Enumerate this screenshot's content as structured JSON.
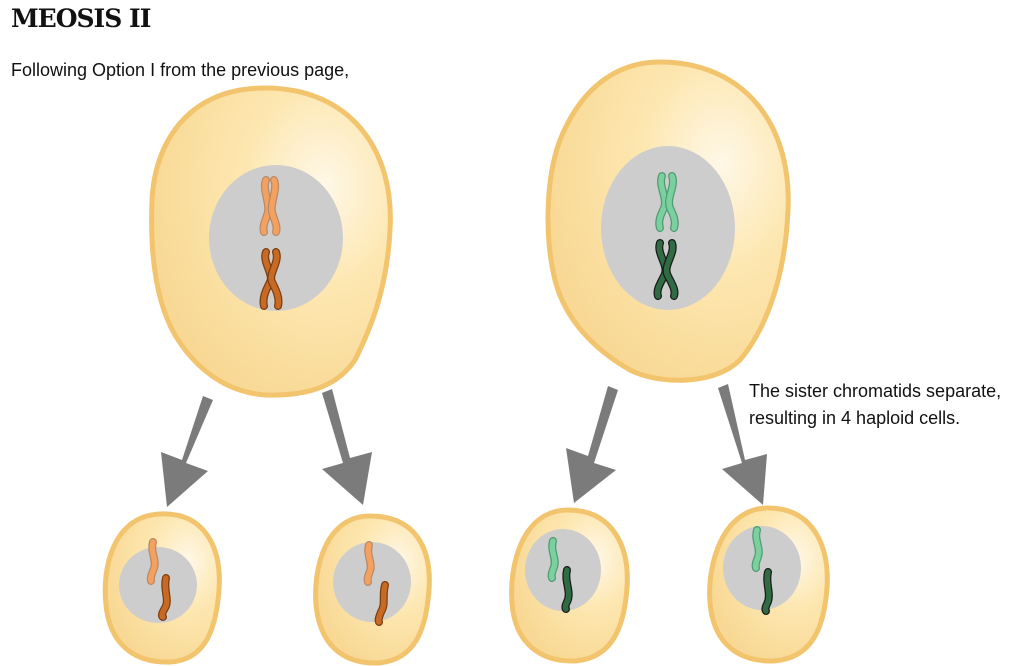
{
  "title": "MEOSIS II",
  "intro": "Following Option I from the previous page,",
  "note": {
    "line1": "The sister chromatids separate,",
    "line2": "resulting in 4 haploid cells."
  },
  "colors": {
    "cell_fill": "#fde7b0",
    "cell_stroke": "#f2c46d",
    "nucleus": "#cdcdcd",
    "arrow": "#7b7b7b",
    "chrom_light_orange": "#f4a15f",
    "chrom_dark_orange": "#c86a24",
    "chrom_light_green": "#7ccf9e",
    "chrom_dark_green": "#2f6b43"
  }
}
